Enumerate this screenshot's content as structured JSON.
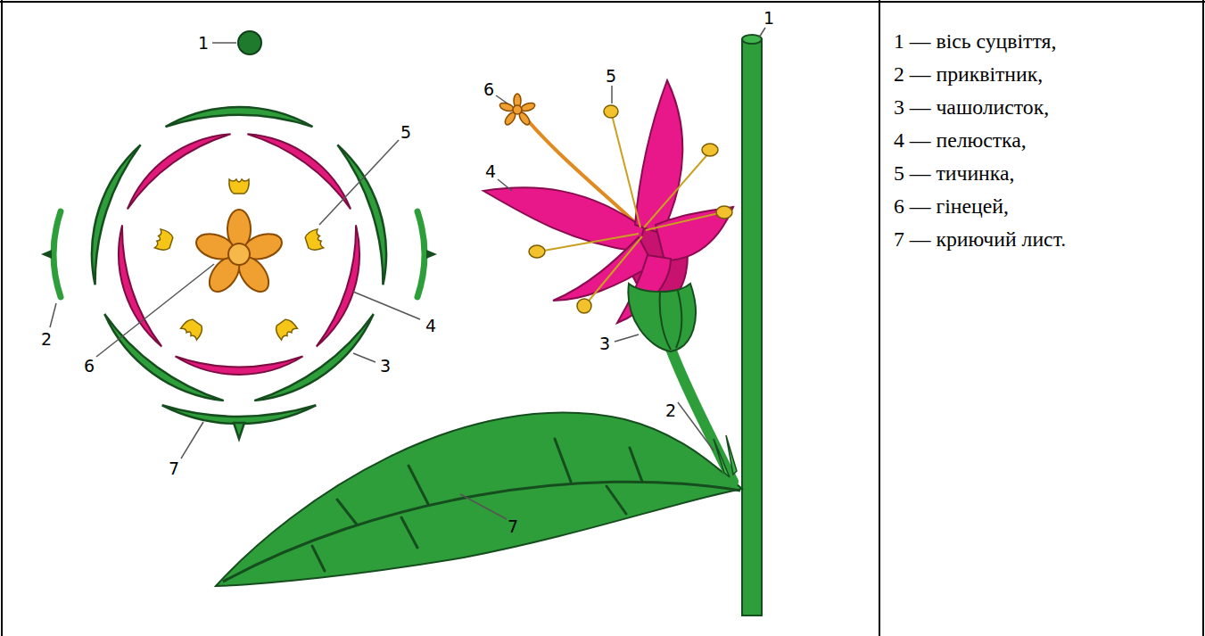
{
  "diagram": {
    "nodes": [
      {
        "text": [
          "1 — вісь суцвіття,",
          "2 — приквітник,",
          "3 — чашолисток,",
          "4 — пелюстка,",
          "5 — тичинка,",
          "6 — гінецей,",
          "7 — криючий лист."
        ]
      }
    ],
    "labels": [
      "1",
      "5",
      "2",
      "4",
      "6",
      "3",
      "7",
      "6",
      "5",
      "1",
      "4",
      "3",
      "2",
      "7"
    ]
  }
}
